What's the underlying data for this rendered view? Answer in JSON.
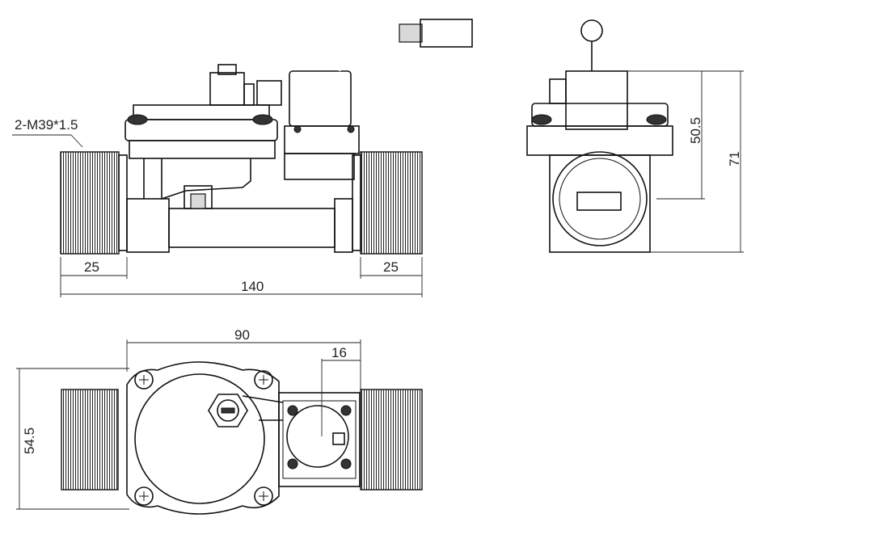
{
  "labels": {
    "thread_spec": "2-M39*1.5",
    "dim_left_thread": "25",
    "dim_right_thread": "25",
    "dim_total_length": "140",
    "dim_inner_height": "50.5",
    "dim_total_height": "71",
    "dim_body_width": "90",
    "dim_coil_offset": "16",
    "dim_body_depth": "54.5"
  },
  "colors": {
    "line": "#111111",
    "fill_shade": "#d9d9d9"
  }
}
